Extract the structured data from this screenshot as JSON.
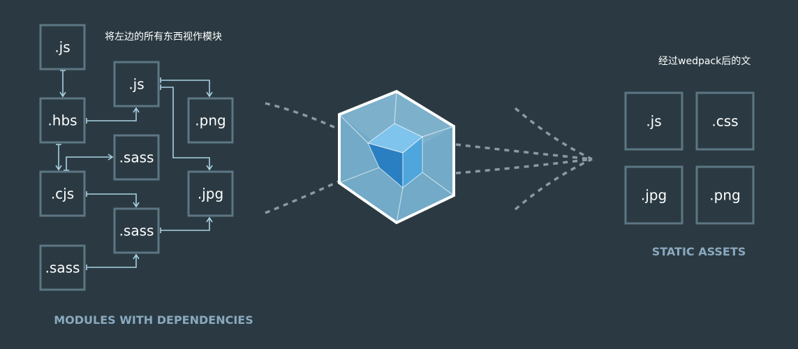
{
  "left_note": "将左边的所有东西视作模块",
  "right_note": "经过wedpack后的文",
  "modules_caption": "MODULES WITH DEPENDENCIES",
  "assets_caption": "STATIC ASSETS",
  "modules": [
    {
      "id": "m_js_top",
      "label": ".js"
    },
    {
      "id": "m_hbs",
      "label": ".hbs"
    },
    {
      "id": "m_cjs",
      "label": ".cjs"
    },
    {
      "id": "m_sass_bottom",
      "label": ".sass"
    },
    {
      "id": "m_js_mid",
      "label": ".js"
    },
    {
      "id": "m_sass_mid",
      "label": ".sass"
    },
    {
      "id": "m_sass_center",
      "label": ".sass"
    },
    {
      "id": "m_png",
      "label": ".png"
    },
    {
      "id": "m_jpg",
      "label": ".jpg"
    }
  ],
  "dependencies": [
    {
      "from": "m_js_top",
      "to": "m_hbs"
    },
    {
      "from": "m_hbs",
      "to": "m_js_mid"
    },
    {
      "from": "m_hbs",
      "to": "m_cjs"
    },
    {
      "from": "m_cjs",
      "to": "m_sass_mid"
    },
    {
      "from": "m_cjs",
      "to": "m_sass_center"
    },
    {
      "from": "m_sass_bottom",
      "to": "m_sass_center"
    },
    {
      "from": "m_js_mid",
      "to": "m_png"
    },
    {
      "from": "m_js_mid",
      "to": "m_jpg"
    },
    {
      "from": "m_sass_center",
      "to": "m_jpg"
    }
  ],
  "assets": [
    {
      "id": "a_js",
      "label": ".js"
    },
    {
      "id": "a_css",
      "label": ".css"
    },
    {
      "id": "a_jpg",
      "label": ".jpg"
    },
    {
      "id": "a_png",
      "label": ".png"
    }
  ],
  "colors": {
    "background": "#2b3a42",
    "box_border": "#5d7684",
    "connector": "#a9d1e3",
    "caption": "#8aa9bf",
    "cube_outer": "#8ed6fb",
    "cube_inner": "#1c78c0"
  }
}
